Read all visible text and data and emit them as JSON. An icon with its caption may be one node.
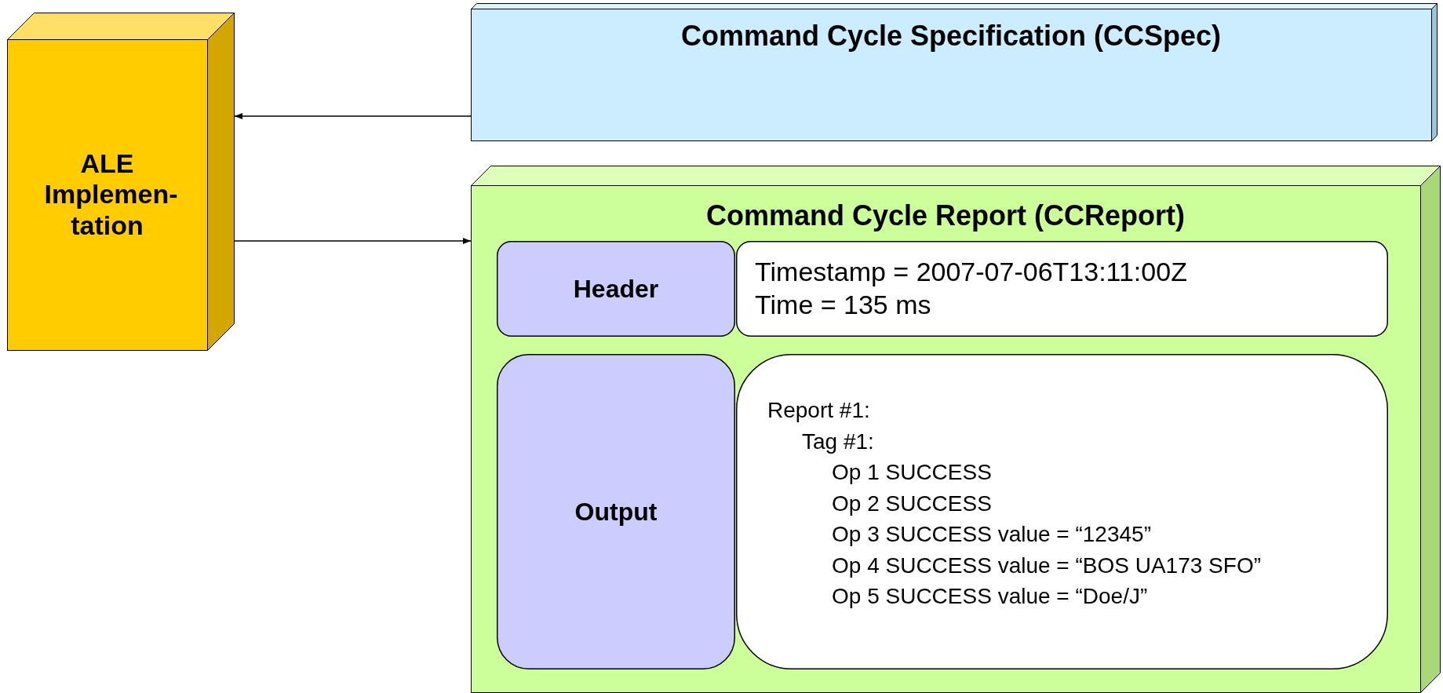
{
  "diagram": {
    "nodes": [
      {
        "text": [
          "ALE Implemen- tation"
        ]
      },
      {
        "text": [
          "Command Cycle Specification (CCSpec)"
        ]
      },
      {
        "text": [
          "Command Cycle Report (CCReport)"
        ]
      },
      {
        "text": [
          "Header"
        ],
        "in": 2
      },
      {
        "text": [
          "Timestamp = 2007-07-06T13:11:00Z",
          "Time = 135 ms"
        ],
        "in": 2
      },
      {
        "text": [
          "Output"
        ],
        "in": 2
      },
      {
        "text": [
          "Report #1:",
          "Tag #1:",
          "Op 1 SUCCESS",
          "Op 2 SUCCESS",
          "Op 3 SUCCESS value = “12345”",
          "Op 4 SUCCESS value = “BOS UA173 SFO”",
          "Op 5 SUCCESS value = “Doe/J”"
        ],
        "in": 2
      }
    ],
    "edges": [
      {
        "from": 1,
        "to": 0,
        "arrow": "to"
      },
      {
        "from": 0,
        "to": 2,
        "arrow": "to"
      }
    ]
  }
}
